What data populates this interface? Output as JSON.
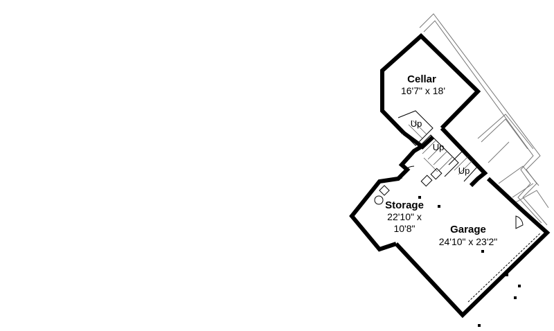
{
  "rooms": {
    "cellar": {
      "name": "Cellar",
      "dims": "16'7\" x 18'"
    },
    "storage": {
      "name": "Storage",
      "dims_line1": "22'10\" x",
      "dims_line2": "10'8\""
    },
    "garage": {
      "name": "Garage",
      "dims": "24'10\" x 23'2\""
    }
  },
  "stairs": {
    "upper": "Up",
    "middle": "Up",
    "lower": "Up"
  }
}
